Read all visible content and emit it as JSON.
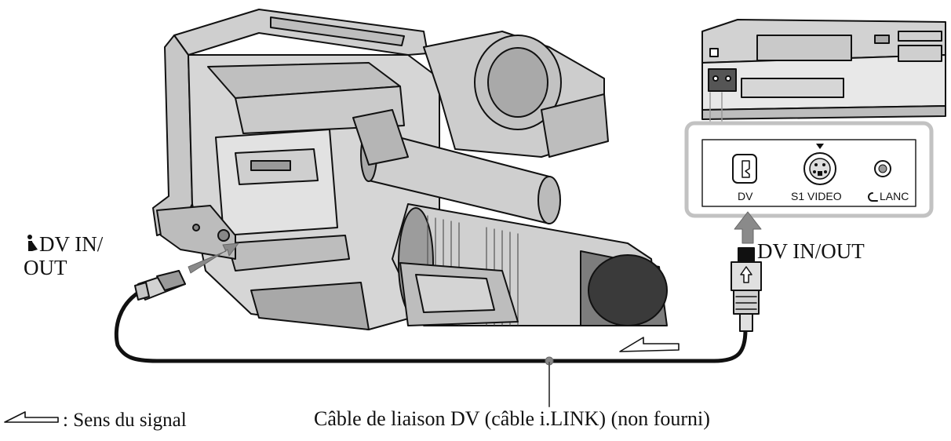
{
  "labels": {
    "camera_port_line1": "DV IN/",
    "camera_port_line2": "OUT",
    "vcr_port": "DV IN/OUT",
    "cable": "Câble de liaison DV (câble i.LINK) (non fourni)",
    "legend": ": Sens du signal"
  },
  "panel": {
    "dv": "DV",
    "s1_video": "S1 VIDEO",
    "lanc": "LANC"
  },
  "icons": {
    "ilink": "i-link-icon",
    "lanc": "lanc-icon",
    "signal_direction": "signal-direction-arrow-icon"
  }
}
